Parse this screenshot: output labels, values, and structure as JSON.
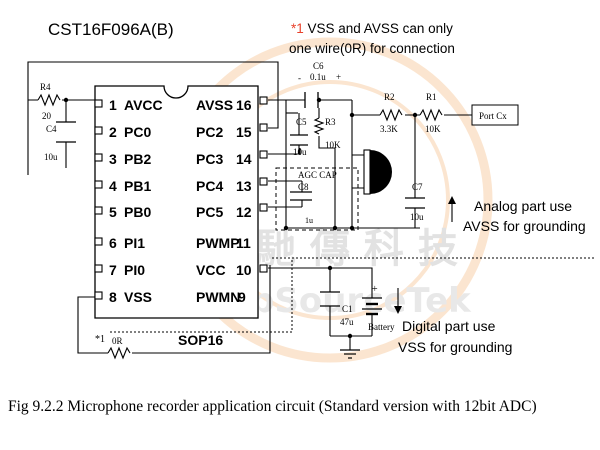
{
  "watermark": {
    "cn": "矽 馳 傳 科 技",
    "en": "ChipSourceTek"
  },
  "title": "CST16F096A(B)",
  "note": {
    "marker": "*1",
    "line1_rest": " VSS and AVSS can only",
    "line2": "one wire(0R) for connection"
  },
  "chip": {
    "package": "SOP16",
    "left_pins": [
      {
        "num": "1",
        "name": "AVCC"
      },
      {
        "num": "2",
        "name": "PC0"
      },
      {
        "num": "3",
        "name": "PB2"
      },
      {
        "num": "4",
        "name": "PB1"
      },
      {
        "num": "5",
        "name": "PB0"
      },
      {
        "num": "6",
        "name": "PI1"
      },
      {
        "num": "7",
        "name": "PI0"
      },
      {
        "num": "8",
        "name": "VSS"
      }
    ],
    "right_pins": [
      {
        "name": "AVSS",
        "num": "16"
      },
      {
        "name": "PC2",
        "num": "15"
      },
      {
        "name": "PC3",
        "num": "14"
      },
      {
        "name": "PC4",
        "num": "13"
      },
      {
        "name": "PC5",
        "num": "12"
      },
      {
        "name": "PWMP",
        "num": "11"
      },
      {
        "name": "VCC",
        "num": "10"
      },
      {
        "name": "PWMN",
        "num": "9"
      }
    ]
  },
  "components": {
    "r4_name": "R4",
    "r4_value": "20",
    "c4_name": "C4",
    "c4_value": "10u",
    "c6_name": "C6",
    "c6_value": "0.1u",
    "c6_minus": "-",
    "c6_plus": "+",
    "c5_name": "C5",
    "c5_value": "10u",
    "r3_name": "R3",
    "r3_value": "10K",
    "agc_label": "AGC CAP",
    "c8_name": "C8",
    "c8_value": "1u",
    "r2_name": "R2",
    "r2_value": "3.3K",
    "r1_name": "R1",
    "r1_value": "10K",
    "port_label": "Port Cx",
    "c7_name": "C7",
    "c7_value": "10u",
    "c1_name": "C1",
    "c1_value": "47u",
    "battery_label": "Battery",
    "battery_plus": "+",
    "zero_ohm_marker": "*1",
    "zero_ohm_value": "0R"
  },
  "annotations": {
    "analog_line1": "Analog part use",
    "analog_line2": "AVSS for grounding",
    "digital_line1": "Digital part use",
    "digital_line2": "VSS for grounding"
  },
  "caption": "Fig 9.2.2 Microphone recorder application circuit (Standard version with 12bit ADC)",
  "colors": {
    "note_marker": "#e8402a",
    "watermark": "#f2a65a",
    "ink": "#000000"
  }
}
